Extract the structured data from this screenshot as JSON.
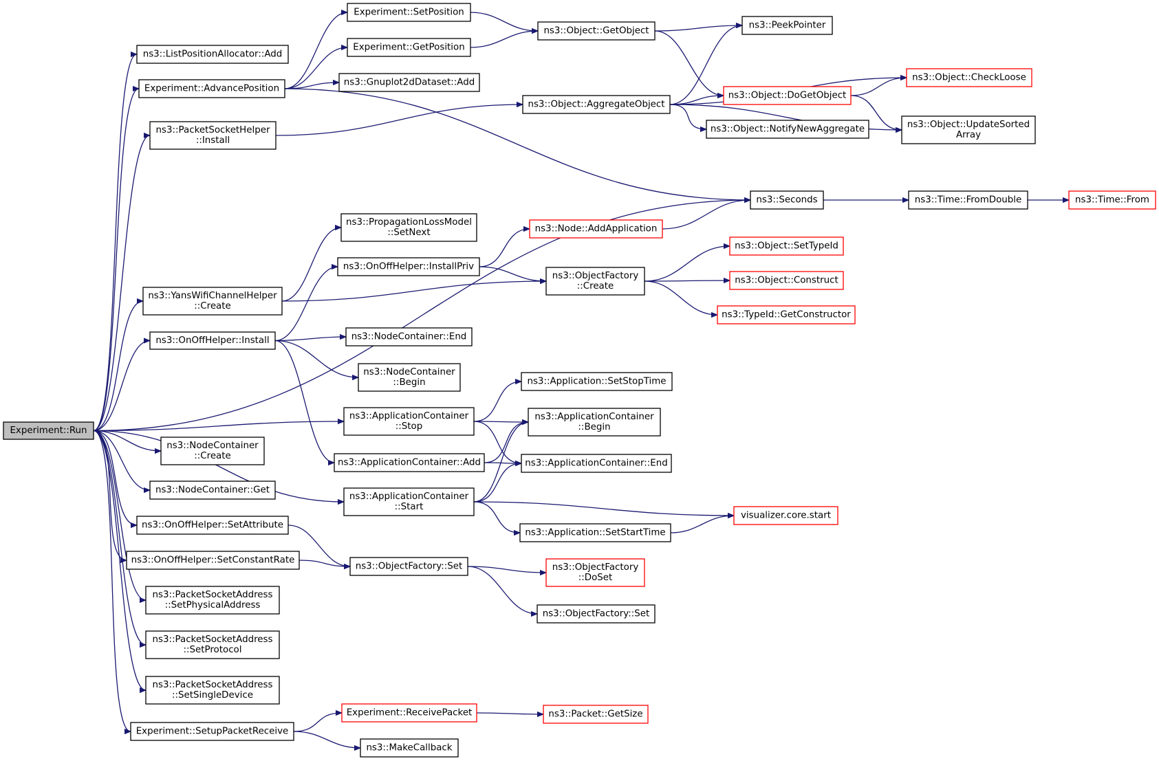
{
  "graph": {
    "edge_color": "#191970",
    "root_fill": "#bfbfbf",
    "truncated_border": "#ff0000",
    "nodes": [
      {
        "id": "run",
        "lines": [
          "Experiment::Run"
        ],
        "root": true,
        "truncated": false
      },
      {
        "id": "lpa_add",
        "lines": [
          "ns3::ListPositionAllocator::Add"
        ],
        "truncated": false
      },
      {
        "id": "adv_pos",
        "lines": [
          "Experiment::AdvancePosition"
        ],
        "truncated": false
      },
      {
        "id": "psh_install",
        "lines": [
          "ns3::PacketSocketHelper",
          "::Install"
        ],
        "truncated": false
      },
      {
        "id": "ywch_create",
        "lines": [
          "ns3::YansWifiChannelHelper",
          "::Create"
        ],
        "truncated": false
      },
      {
        "id": "ooh_install",
        "lines": [
          "ns3::OnOffHelper::Install"
        ],
        "truncated": false
      },
      {
        "id": "nc_create",
        "lines": [
          "ns3::NodeContainer",
          "::Create"
        ],
        "truncated": false
      },
      {
        "id": "nc_get",
        "lines": [
          "ns3::NodeContainer::Get"
        ],
        "truncated": false
      },
      {
        "id": "ooh_setattr",
        "lines": [
          "ns3::OnOffHelper::SetAttribute"
        ],
        "truncated": false
      },
      {
        "id": "ooh_setrate",
        "lines": [
          "ns3::OnOffHelper::SetConstantRate"
        ],
        "truncated": false
      },
      {
        "id": "psa_setphys",
        "lines": [
          "ns3::PacketSocketAddress",
          "::SetPhysicalAddress"
        ],
        "truncated": false
      },
      {
        "id": "psa_setproto",
        "lines": [
          "ns3::PacketSocketAddress",
          "::SetProtocol"
        ],
        "truncated": false
      },
      {
        "id": "psa_setsingle",
        "lines": [
          "ns3::PacketSocketAddress",
          "::SetSingleDevice"
        ],
        "truncated": false
      },
      {
        "id": "setup_recv",
        "lines": [
          "Experiment::SetupPacketReceive"
        ],
        "truncated": false
      },
      {
        "id": "exp_setpos",
        "lines": [
          "Experiment::SetPosition"
        ],
        "truncated": false
      },
      {
        "id": "exp_getpos",
        "lines": [
          "Experiment::GetPosition"
        ],
        "truncated": false
      },
      {
        "id": "gp_add",
        "lines": [
          "ns3::Gnuplot2dDataset::Add"
        ],
        "truncated": false
      },
      {
        "id": "plm_setnext",
        "lines": [
          "ns3::PropagationLossModel",
          "::SetNext"
        ],
        "truncated": false
      },
      {
        "id": "ooh_installpriv",
        "lines": [
          "ns3::OnOffHelper::InstallPriv"
        ],
        "truncated": false
      },
      {
        "id": "nc_end",
        "lines": [
          "ns3::NodeContainer::End"
        ],
        "truncated": false
      },
      {
        "id": "nc_begin",
        "lines": [
          "ns3::NodeContainer",
          "::Begin"
        ],
        "truncated": false
      },
      {
        "id": "ac_stop",
        "lines": [
          "ns3::ApplicationContainer",
          "::Stop"
        ],
        "truncated": false
      },
      {
        "id": "ac_add",
        "lines": [
          "ns3::ApplicationContainer::Add"
        ],
        "truncated": false
      },
      {
        "id": "ac_start",
        "lines": [
          "ns3::ApplicationContainer",
          "::Start"
        ],
        "truncated": false
      },
      {
        "id": "of_set",
        "lines": [
          "ns3::ObjectFactory::Set"
        ],
        "truncated": false
      },
      {
        "id": "exp_recv",
        "lines": [
          "Experiment::ReceivePacket"
        ],
        "truncated": true
      },
      {
        "id": "make_cb",
        "lines": [
          "ns3::MakeCallback"
        ],
        "truncated": false
      },
      {
        "id": "obj_getobj",
        "lines": [
          "ns3::Object::GetObject"
        ],
        "truncated": false
      },
      {
        "id": "obj_aggr",
        "lines": [
          "ns3::Object::AggregateObject"
        ],
        "truncated": false
      },
      {
        "id": "node_addapp",
        "lines": [
          "ns3::Node::AddApplication"
        ],
        "truncated": true
      },
      {
        "id": "of_create",
        "lines": [
          "ns3::ObjectFactory",
          "::Create"
        ],
        "truncated": false
      },
      {
        "id": "app_setstop",
        "lines": [
          "ns3::Application::SetStopTime"
        ],
        "truncated": false
      },
      {
        "id": "ac_begin",
        "lines": [
          "ns3::ApplicationContainer",
          "::Begin"
        ],
        "truncated": false
      },
      {
        "id": "ac_end",
        "lines": [
          "ns3::ApplicationContainer::End"
        ],
        "truncated": false
      },
      {
        "id": "app_setstart",
        "lines": [
          "ns3::Application::SetStartTime"
        ],
        "truncated": false
      },
      {
        "id": "of_doset",
        "lines": [
          "ns3::ObjectFactory",
          "::DoSet"
        ],
        "truncated": true
      },
      {
        "id": "of_set2",
        "lines": [
          "ns3::ObjectFactory::Set"
        ],
        "truncated": false
      },
      {
        "id": "pkt_getsize",
        "lines": [
          "ns3::Packet::GetSize"
        ],
        "truncated": true
      },
      {
        "id": "peekptr",
        "lines": [
          "ns3::PeekPointer"
        ],
        "truncated": false
      },
      {
        "id": "obj_dogetobj",
        "lines": [
          "ns3::Object::DoGetObject"
        ],
        "truncated": true
      },
      {
        "id": "obj_notify",
        "lines": [
          "ns3::Object::NotifyNewAggregate"
        ],
        "truncated": false
      },
      {
        "id": "seconds",
        "lines": [
          "ns3::Seconds"
        ],
        "truncated": false
      },
      {
        "id": "obj_settypeid",
        "lines": [
          "ns3::Object::SetTypeId"
        ],
        "truncated": true
      },
      {
        "id": "obj_construct",
        "lines": [
          "ns3::Object::Construct"
        ],
        "truncated": true
      },
      {
        "id": "typeid_getctor",
        "lines": [
          "ns3::TypeId::GetConstructor"
        ],
        "truncated": true
      },
      {
        "id": "vis_start",
        "lines": [
          "visualizer.core.start"
        ],
        "truncated": true
      },
      {
        "id": "obj_checkloose",
        "lines": [
          "ns3::Object::CheckLoose"
        ],
        "truncated": true
      },
      {
        "id": "obj_updsorted",
        "lines": [
          "ns3::Object::UpdateSorted",
          "Array"
        ],
        "truncated": false
      },
      {
        "id": "time_fromdouble",
        "lines": [
          "ns3::Time::FromDouble"
        ],
        "truncated": false
      },
      {
        "id": "time_from",
        "lines": [
          "ns3::Time::From"
        ],
        "truncated": true
      }
    ],
    "edges": [
      [
        "run",
        "lpa_add"
      ],
      [
        "run",
        "adv_pos"
      ],
      [
        "run",
        "psh_install"
      ],
      [
        "run",
        "seconds"
      ],
      [
        "run",
        "ywch_create"
      ],
      [
        "run",
        "ooh_install"
      ],
      [
        "run",
        "ac_stop"
      ],
      [
        "run",
        "ac_start"
      ],
      [
        "run",
        "nc_create"
      ],
      [
        "run",
        "nc_get"
      ],
      [
        "run",
        "ooh_setattr"
      ],
      [
        "run",
        "ooh_setrate"
      ],
      [
        "run",
        "psa_setphys"
      ],
      [
        "run",
        "psa_setproto"
      ],
      [
        "run",
        "psa_setsingle"
      ],
      [
        "run",
        "setup_recv"
      ],
      [
        "adv_pos",
        "exp_setpos"
      ],
      [
        "adv_pos",
        "exp_getpos"
      ],
      [
        "adv_pos",
        "gp_add"
      ],
      [
        "adv_pos",
        "seconds"
      ],
      [
        "exp_setpos",
        "obj_getobj"
      ],
      [
        "exp_getpos",
        "obj_getobj"
      ],
      [
        "obj_getobj",
        "peekptr"
      ],
      [
        "obj_getobj",
        "obj_dogetobj"
      ],
      [
        "psh_install",
        "obj_aggr"
      ],
      [
        "obj_aggr",
        "peekptr"
      ],
      [
        "obj_aggr",
        "obj_checkloose"
      ],
      [
        "obj_aggr",
        "obj_dogetobj"
      ],
      [
        "obj_aggr",
        "obj_notify"
      ],
      [
        "obj_aggr",
        "obj_updsorted"
      ],
      [
        "obj_dogetobj",
        "obj_checkloose"
      ],
      [
        "obj_dogetobj",
        "obj_updsorted"
      ],
      [
        "seconds",
        "time_fromdouble"
      ],
      [
        "time_fromdouble",
        "time_from"
      ],
      [
        "ywch_create",
        "plm_setnext"
      ],
      [
        "ywch_create",
        "of_create"
      ],
      [
        "ooh_install",
        "ooh_installpriv"
      ],
      [
        "ooh_install",
        "nc_end"
      ],
      [
        "ooh_install",
        "nc_begin"
      ],
      [
        "ooh_install",
        "ac_add"
      ],
      [
        "ooh_installpriv",
        "node_addapp"
      ],
      [
        "ooh_installpriv",
        "of_create"
      ],
      [
        "node_addapp",
        "seconds"
      ],
      [
        "of_create",
        "obj_settypeid"
      ],
      [
        "of_create",
        "obj_construct"
      ],
      [
        "of_create",
        "typeid_getctor"
      ],
      [
        "ac_stop",
        "app_setstop"
      ],
      [
        "ac_stop",
        "ac_begin"
      ],
      [
        "ac_stop",
        "ac_end"
      ],
      [
        "ac_add",
        "ac_begin"
      ],
      [
        "ac_add",
        "ac_end"
      ],
      [
        "ac_start",
        "ac_begin"
      ],
      [
        "ac_start",
        "ac_end"
      ],
      [
        "ac_start",
        "vis_start"
      ],
      [
        "ac_start",
        "app_setstart"
      ],
      [
        "app_setstart",
        "vis_start"
      ],
      [
        "ooh_setattr",
        "of_set"
      ],
      [
        "ooh_setrate",
        "of_set"
      ],
      [
        "of_set",
        "of_doset"
      ],
      [
        "of_set",
        "of_set2"
      ],
      [
        "setup_recv",
        "exp_recv"
      ],
      [
        "setup_recv",
        "make_cb"
      ],
      [
        "exp_recv",
        "pkt_getsize"
      ]
    ]
  }
}
